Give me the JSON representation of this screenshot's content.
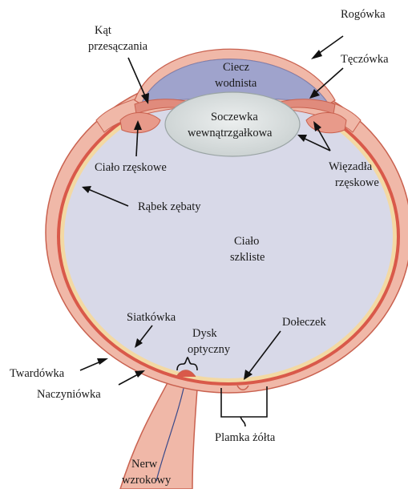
{
  "colors": {
    "sclera": "#f0b8a8",
    "sclera_edge": "#c9614f",
    "choroid": "#d9594a",
    "retina": "#f3d9a4",
    "vitreous": "#d8d9e8",
    "aqueous": "#9fa3cc",
    "lens": "#d7dcdc",
    "nerve_line": "#3a4a8a"
  },
  "labels": {
    "rogowka": "Rogówka",
    "kat_1": "Kąt",
    "kat_2": "przesączania",
    "ciecz_1": "Ciecz",
    "ciecz_2": "wodnista",
    "teczowka": "Tęczówka",
    "soczewka_1": "Soczewka",
    "soczewka_2": "wewnątrzgałkowa",
    "cialo_rzeskowe": "Ciało rzęskowe",
    "wiezadla_1": "Więzadła",
    "wiezadla_2": "rzęskowe",
    "rabek": "Rąbek zębaty",
    "cialo_szkliste_1": "Ciało",
    "cialo_szkliste_2": "szkliste",
    "siatkowka": "Siatkówka",
    "dysk_1": "Dysk",
    "dysk_2": "optyczny",
    "doleczek": "Dołeczek",
    "twardowka": "Twardówka",
    "naczyniowka": "Naczyniówka",
    "plamka": "Plamka żółta",
    "nerw_1": "Nerw",
    "nerw_2": "wzrokowy"
  }
}
